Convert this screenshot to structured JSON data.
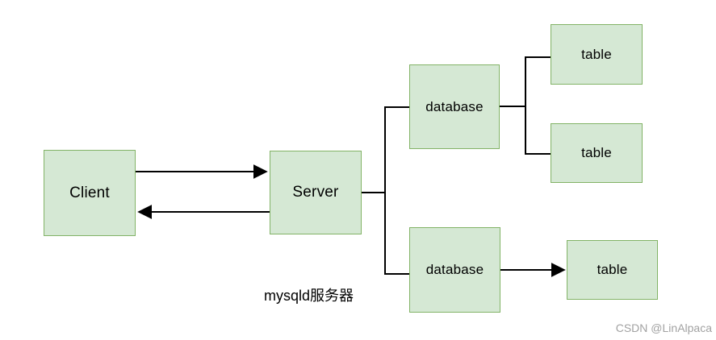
{
  "diagram": {
    "nodes": {
      "client": {
        "label": "Client"
      },
      "server": {
        "label": "Server"
      },
      "database_top": {
        "label": "database"
      },
      "table_top_1": {
        "label": "table"
      },
      "table_top_2": {
        "label": "table"
      },
      "database_bottom": {
        "label": "database"
      },
      "table_bottom": {
        "label": "table"
      }
    },
    "edges": [
      {
        "from": "client",
        "to": "server",
        "style": "arrow"
      },
      {
        "from": "server",
        "to": "client",
        "style": "arrow"
      },
      {
        "from": "server",
        "to": "database_top",
        "style": "line"
      },
      {
        "from": "server",
        "to": "database_bottom",
        "style": "line"
      },
      {
        "from": "database_top",
        "to": "table_top_1",
        "style": "line"
      },
      {
        "from": "database_top",
        "to": "table_top_2",
        "style": "line"
      },
      {
        "from": "database_bottom",
        "to": "table_bottom",
        "style": "arrow"
      }
    ],
    "annotation": "mysqld服务器",
    "watermark": "CSDN @LinAlpaca",
    "colors": {
      "node_fill": "#d5e8d4",
      "node_border": "#82b366",
      "connector": "#000000",
      "watermark_text": "#a2a2a2",
      "background": "#ffffff"
    }
  }
}
